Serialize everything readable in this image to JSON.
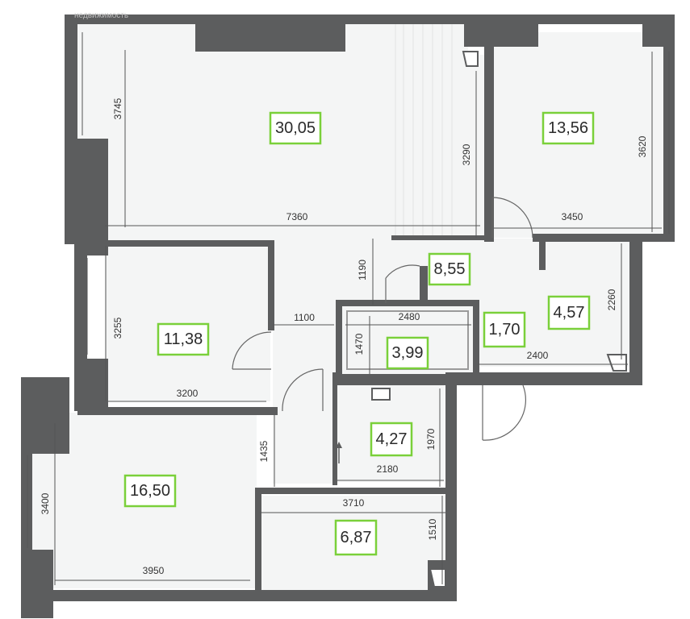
{
  "watermark": "недвижимость",
  "rooms": [
    {
      "id": "living",
      "area": "30,05"
    },
    {
      "id": "bedroom-ne",
      "area": "13,56"
    },
    {
      "id": "bedroom-w",
      "area": "11,38"
    },
    {
      "id": "bedroom-sw",
      "area": "16,50"
    },
    {
      "id": "hall",
      "area": "8,55"
    },
    {
      "id": "bathroom",
      "area": "3,99"
    },
    {
      "id": "wc",
      "area": "1,70"
    },
    {
      "id": "dressing",
      "area": "4,57"
    },
    {
      "id": "utility",
      "area": "4,27"
    },
    {
      "id": "storage",
      "area": "6,87"
    }
  ],
  "dimensions": {
    "living_height": "3745",
    "living_width": "7360",
    "living_kitchen_depth": "3290",
    "bedroom_ne_height": "3620",
    "bedroom_ne_width": "3450",
    "hall_depth": "1190",
    "bedroom_w_height": "3255",
    "door_gap": "1100",
    "bedroom_w_width": "3200",
    "bath_width": "2480",
    "bath_height": "1470",
    "dressing_width": "2400",
    "dressing_height": "2260",
    "corridor_depth": "1435",
    "utility_height": "1970",
    "utility_width": "2180",
    "storage_width": "3710",
    "storage_height": "1510",
    "bedroom_sw_height": "3400",
    "bedroom_sw_width": "3950"
  },
  "colors": {
    "wall": "#5c5d5e",
    "room": "#f4f5f5",
    "area_border": "#7ad03a"
  }
}
